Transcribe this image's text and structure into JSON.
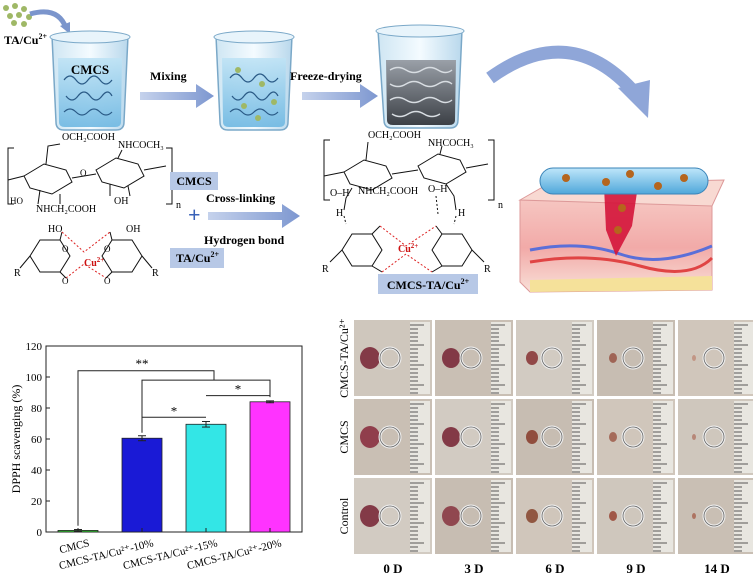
{
  "top": {
    "precursor_label": "TA/Cu",
    "precursor_sup": "2+",
    "beaker1_label": "CMCS",
    "step1": "Mixing",
    "step2": "Freeze-drying",
    "cmcs_tag": "CMCS",
    "ta_tag": "TA/Cu",
    "ta_tag_sup": "2+",
    "cross1": "Cross-linking",
    "cross2": "Hydrogen bond",
    "product_tag": "CMCS-TA/Cu",
    "product_tag_sup": "2+",
    "chem": {
      "ch2cooh_a": "OCH₂COOH",
      "nhcoch3_a": "NHCOCH₃",
      "ho": "HO",
      "oh": "OH",
      "nhch2cooh_a": "NHCH₂COOH",
      "o": "O",
      "n": "n",
      "cu": "Cu",
      "cu_sup": "2+",
      "r": "R",
      "h": "H",
      "ch2cooh_b": "OCH₂COOH",
      "nhcoch3_b": "NHCOCH₃",
      "nhch2cooh_b": "NHCH₂COOH",
      "oh_b": "O–H",
      "ho_b": "HO"
    }
  },
  "chart_data": {
    "type": "bar",
    "categories": [
      "CMCS",
      "CMCS-TA/Cu²⁺-10%",
      "CMCS-TA/Cu²⁺-15%",
      "CMCS-TA/Cu²⁺-20%"
    ],
    "values": [
      1,
      60.5,
      69.5,
      84
    ],
    "errors": [
      0.6,
      1.6,
      1.8,
      0.6
    ],
    "colors": [
      "#33dd33",
      "#1a1ad6",
      "#33e6e6",
      "#ff33ff"
    ],
    "ylabel": "DPPH scavenging (%)",
    "yticks": [
      "0",
      "20",
      "40",
      "60",
      "80",
      "100",
      "120"
    ],
    "ylim": [
      0,
      120
    ],
    "significance": [
      {
        "label": "**"
      },
      {
        "label": "*"
      },
      {
        "label": "*"
      }
    ]
  },
  "photos": {
    "rows": [
      "CMCS-TA/Cu²⁺",
      "CMCS",
      "Control"
    ],
    "cols": [
      "0 D",
      "3 D",
      "6 D",
      "9 D",
      "14 D"
    ]
  }
}
